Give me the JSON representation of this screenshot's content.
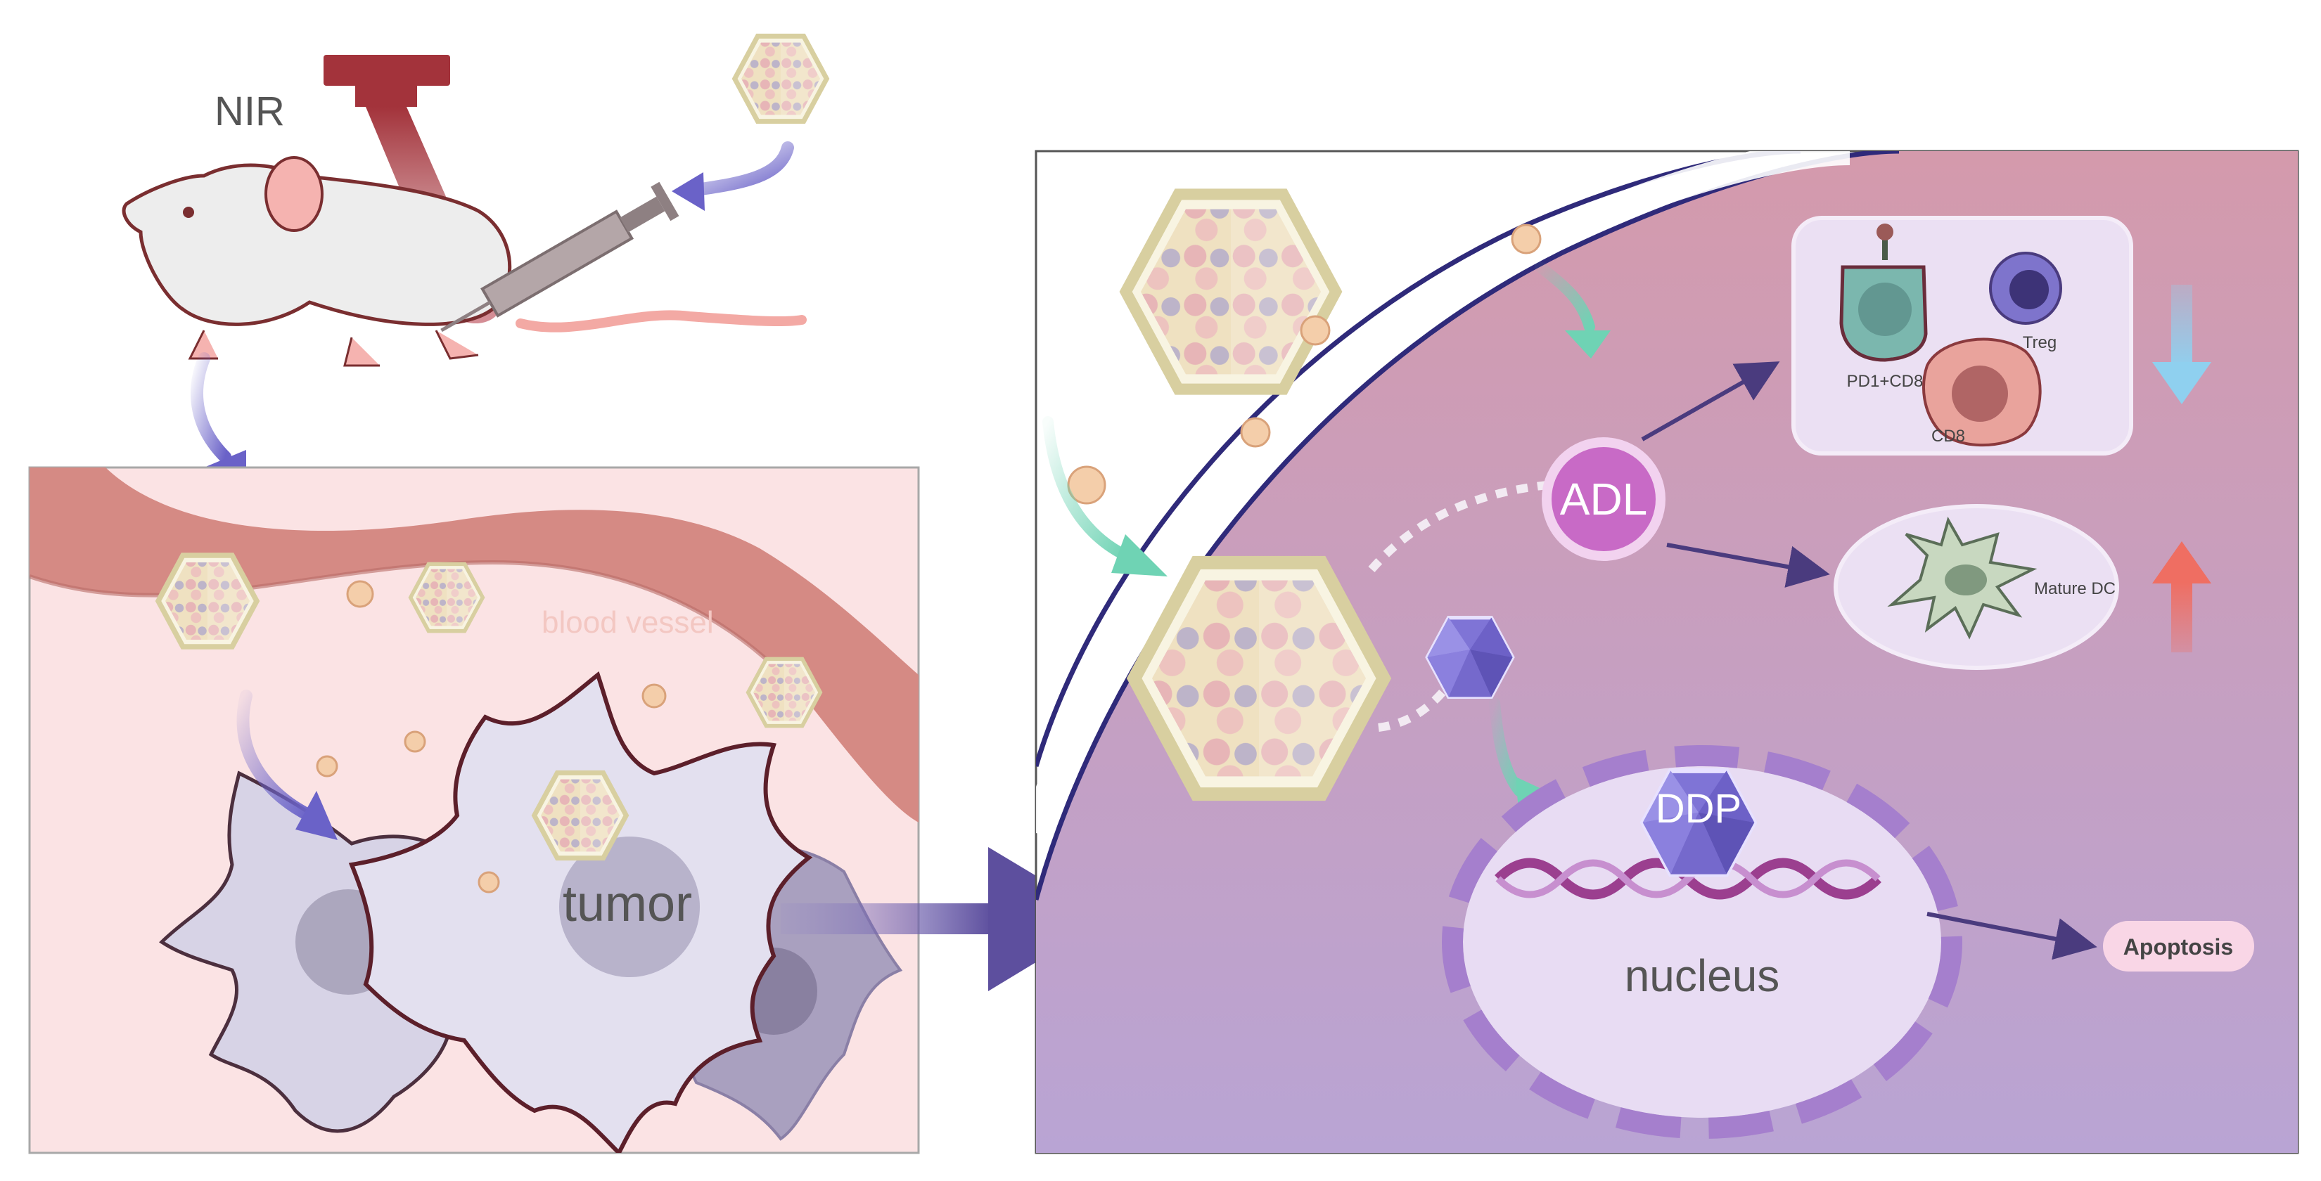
{
  "labels": {
    "nir": "NIR",
    "blood_vessel": "blood vessel",
    "tumor": "tumor",
    "adl": "ADL",
    "ddp": "DDP",
    "nucleus": "nucleus",
    "apoptosis": "Apoptosis",
    "pd1_cd8": "PD1+CD8",
    "treg": "Treg",
    "cd8": "CD8",
    "mature_dc": "Mature DC"
  },
  "colors": {
    "laser": "#a3333b",
    "tumor_panel_bg": "#fbe3e4",
    "vessel": "#d58a84",
    "cell_panel_bg": "#c99bb8",
    "membrane": "#2f2a7a",
    "arrow_blue": "#6a62c8",
    "arrow_teal": "#6fd3b4",
    "arrow_dark": "#4a3b7e",
    "down_arrow": "#8fd0ef",
    "up_arrow": "#ef6e62",
    "nucleus_fill": "#e8dcf3",
    "nucleus_ring": "#a57fcd",
    "apoptosis_bg": "#f9d6e6"
  },
  "icons": {
    "mouse": "mouse-icon",
    "laser": "laser-icon",
    "syringe": "syringe-icon",
    "nanoparticle": "nanoparticle-icon",
    "dna": "dna-helix-icon"
  }
}
